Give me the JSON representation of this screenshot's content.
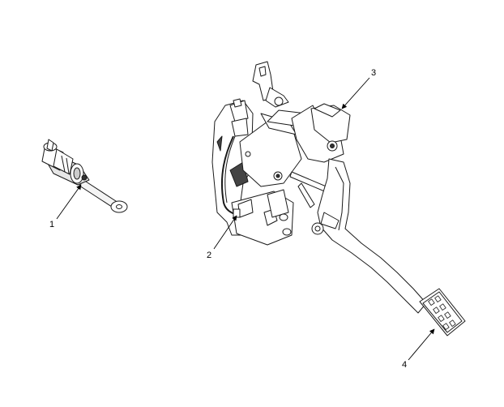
{
  "callouts": [
    {
      "id": "1",
      "label": "1"
    },
    {
      "id": "2",
      "label": "2"
    },
    {
      "id": "3",
      "label": "3"
    },
    {
      "id": "4",
      "label": "4"
    }
  ],
  "colors": {
    "line": "#1a1a1a",
    "background": "#ffffff",
    "shade": "#d8d8d8",
    "dark": "#555555"
  },
  "icons": [
    "master-cylinder-icon",
    "clutch-pedal-assembly-icon"
  ]
}
